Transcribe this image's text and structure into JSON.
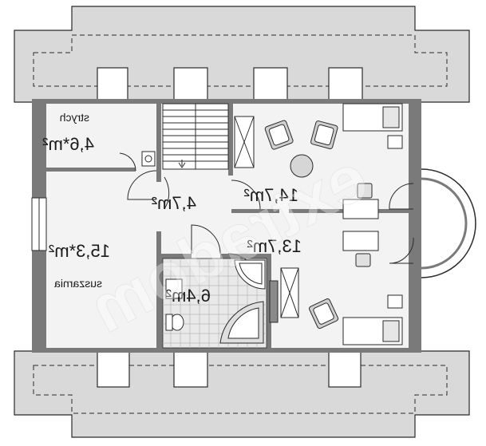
{
  "plan": {
    "rooms": [
      {
        "id": "attic",
        "name": "strych",
        "area": "4,6*m²"
      },
      {
        "id": "hall",
        "name": "",
        "area": "4,7m²"
      },
      {
        "id": "room-upper",
        "name": "",
        "area": "14,7m²"
      },
      {
        "id": "room-lower",
        "name": "",
        "area": "13,7m²"
      },
      {
        "id": "drying",
        "name": "suszarnia",
        "area": "15,3*m²"
      },
      {
        "id": "bath",
        "name": "",
        "area": "6,4m²"
      }
    ],
    "watermark": "extradom"
  },
  "colors": {
    "wall": "#7a7a7a",
    "roof": "#d9d9d9",
    "floor": "#f3f3f3",
    "tile": "#e9e9e9",
    "furniture": "#c9c9c9",
    "line": "#2a2a2a"
  }
}
